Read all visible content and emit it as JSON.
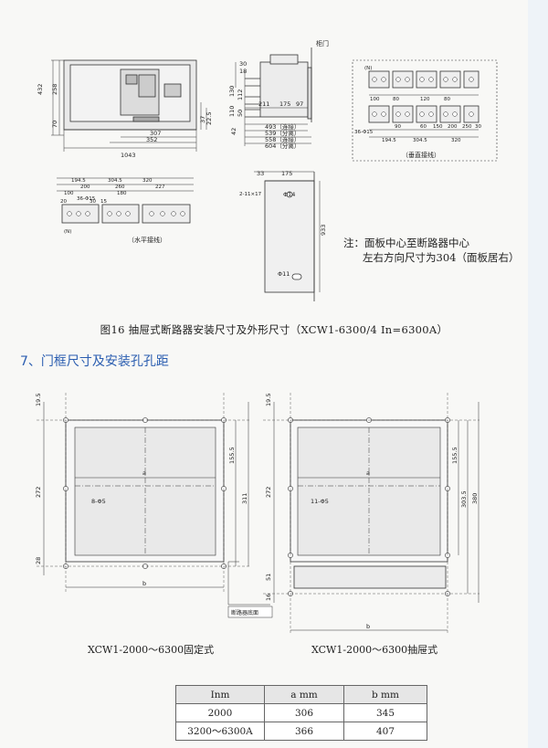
{
  "figure16_caption": "图16 抽屉式断路器安装尺寸及外形尺寸（XCW1-6300/4 In=6300A）",
  "section_heading": "7、门框尺寸及安装孔孔距",
  "note": {
    "line1": "注：面板中心至断路器中心",
    "line2": "左右方向尺寸为304（面板居右）"
  },
  "front_view": {
    "height": "432",
    "h258": "258",
    "h70": "70",
    "h37": "37",
    "h22_5": "22.5",
    "w307": "307",
    "w352": "352",
    "w1043": "1043"
  },
  "side_view": {
    "door_label": "柜门",
    "d30": "30",
    "d18": "18",
    "d130": "130",
    "d112": "112",
    "d110": "110",
    "d50": "50",
    "d42": "42",
    "d211": "211",
    "d175": "175",
    "d97": "97",
    "d493": "493（连接）",
    "d539": "539（分离）",
    "d558": "558（连接）",
    "d604": "604（分离）"
  },
  "vertical_wiring": {
    "label": "（垂直接线）",
    "n_mark": "(N)",
    "d36": "36-Φ15",
    "d100": "100",
    "d194_5": "194.5",
    "d304_5": "304.5",
    "d320": "320",
    "d80a": "80",
    "d80b": "80",
    "d120": "120",
    "d90": "90",
    "d60": "60",
    "d150": "150",
    "d200": "200",
    "d250": "250",
    "d30": "30"
  },
  "horizontal_wiring": {
    "label": "（水平接线）",
    "n_mark": "(N)",
    "d194_5": "194.5",
    "d304_5": "304.5",
    "d320": "320",
    "d100": "100",
    "d200": "200",
    "d260": "260",
    "d227": "227",
    "d180": "180",
    "d36": "36-Φ15",
    "d20": "20",
    "d30": "30",
    "d15": "15"
  },
  "side_plate": {
    "d33": "33",
    "d175": "175",
    "holes": "2-11×17",
    "phi14": "Φ14",
    "d933": "933",
    "phi11": "Φ11"
  },
  "frame_fixed": {
    "caption": "XCW1-2000～6300固定式",
    "d19_5": "19.5",
    "d272": "272",
    "d28": "28",
    "d155_5": "155.5",
    "d311": "311",
    "a": "a",
    "b": "b",
    "holes": "8-Φ5"
  },
  "frame_draw": {
    "caption": "XCW1-2000～6300抽屉式",
    "d19_5": "19.5",
    "d272": "272",
    "d51": "51",
    "d16": "16",
    "d155_5": "155.5",
    "d303_5": "303.5",
    "d380": "380",
    "a": "a",
    "b": "b",
    "holes": "11-Φ5",
    "bottom_label": "断路器底面"
  },
  "table": {
    "headers": [
      "Inm",
      "a mm",
      "b mm"
    ],
    "rows": [
      [
        "2000",
        "306",
        "345"
      ],
      [
        "3200～6300A",
        "366",
        "407"
      ]
    ]
  }
}
